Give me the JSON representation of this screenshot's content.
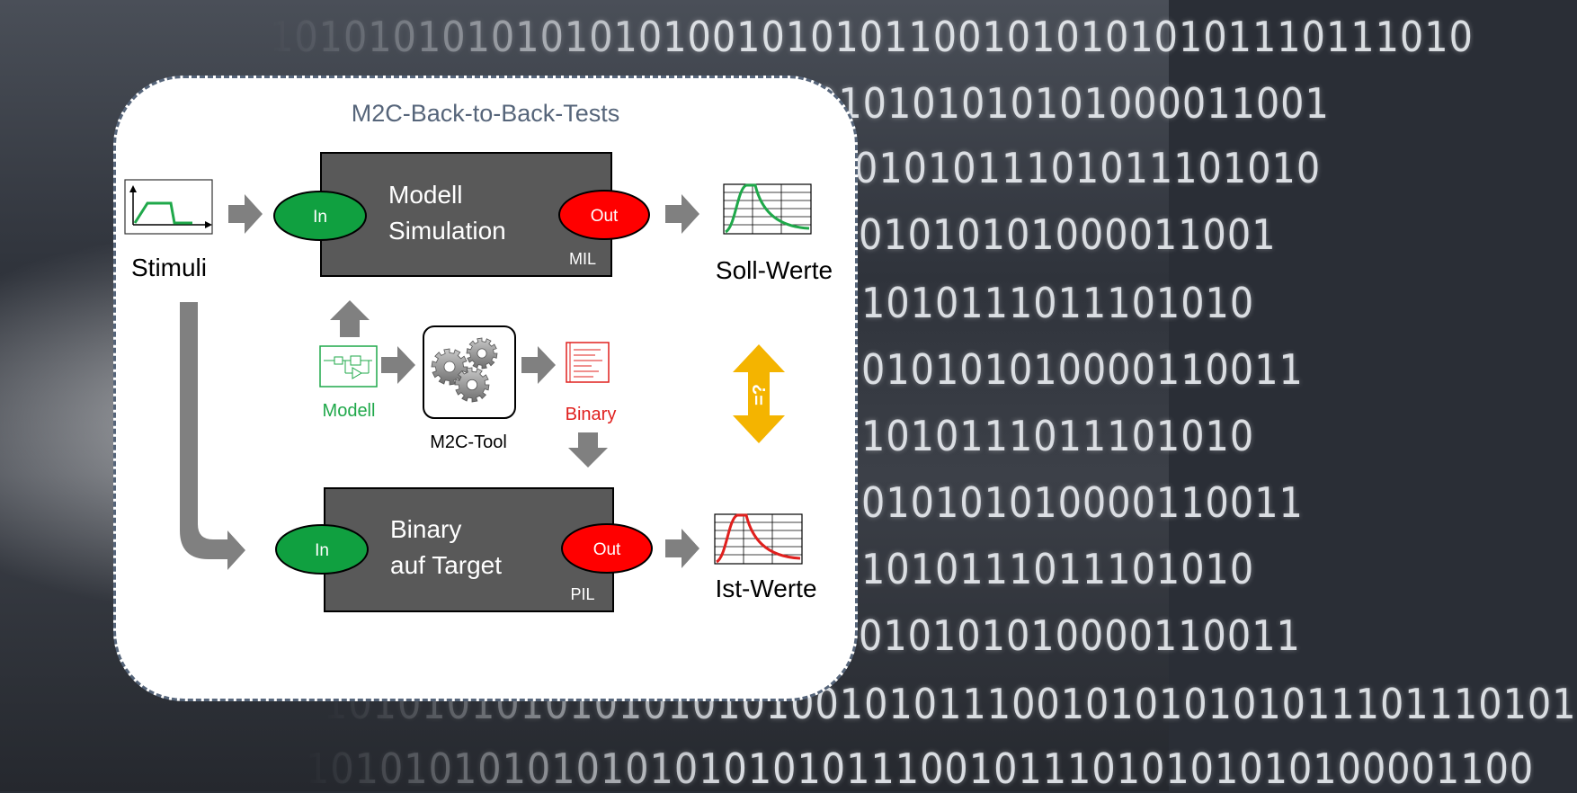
{
  "title": "M2C-Back-to-Back-Tests",
  "binary_background": [
    "1010101010101010100101010110010101010101110111010",
    "010101010101000011001",
    "0101011101011101010",
    "01010101000011001",
    "1010111011101010",
    "010101010000110011",
    "1010111011101010",
    "010101010000110011",
    "1010111011101010",
    "010101010000110011",
    "101010101010101010100101011100101010101011101110101",
    "10101010101010101010101110010111010101010100001100"
  ],
  "stimuli": {
    "label": "Stimuli"
  },
  "mil_block": {
    "title_line1": "Modell",
    "title_line2": "Simulation",
    "tag": "MIL",
    "in_label": "In",
    "out_label": "Out"
  },
  "pil_block": {
    "title_line1": "Binary",
    "title_line2": "auf Target",
    "tag": "PIL",
    "in_label": "In",
    "out_label": "Out"
  },
  "soll": {
    "label": "Soll-Werte",
    "color": "#1fa84a"
  },
  "ist": {
    "label": "Ist-Werte",
    "color": "#e0201e"
  },
  "modell": {
    "label": "Modell",
    "color": "#1fa84a"
  },
  "tool": {
    "label": "M2C-Tool"
  },
  "binary": {
    "label": "Binary",
    "color": "#e0201e"
  },
  "compare": {
    "label": "=?",
    "color": "#f4b400"
  },
  "colors": {
    "block_fill": "#595959",
    "in_fill": "#10a040",
    "out_fill": "#ff0000",
    "arrow": "#808080",
    "title": "#56657a"
  }
}
